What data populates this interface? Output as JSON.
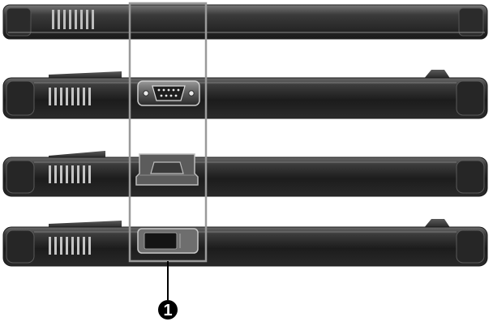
{
  "callouts": [
    {
      "label": "1",
      "target": "port-bay-highlight"
    }
  ],
  "views": [
    {
      "id": "top-edge-view",
      "port": "none"
    },
    {
      "id": "serial-port-view",
      "port": "serial-port"
    },
    {
      "id": "connector-cover-view",
      "port": "connector-cover"
    },
    {
      "id": "closed-cover-view",
      "port": "closed-cover"
    }
  ],
  "colors": {
    "body_dark": "#1e1e1e",
    "body_mid": "#3a3a3a",
    "highlight": "#8a8a8a",
    "frame": "#9a9a9a",
    "callout_fill": "#000000"
  }
}
